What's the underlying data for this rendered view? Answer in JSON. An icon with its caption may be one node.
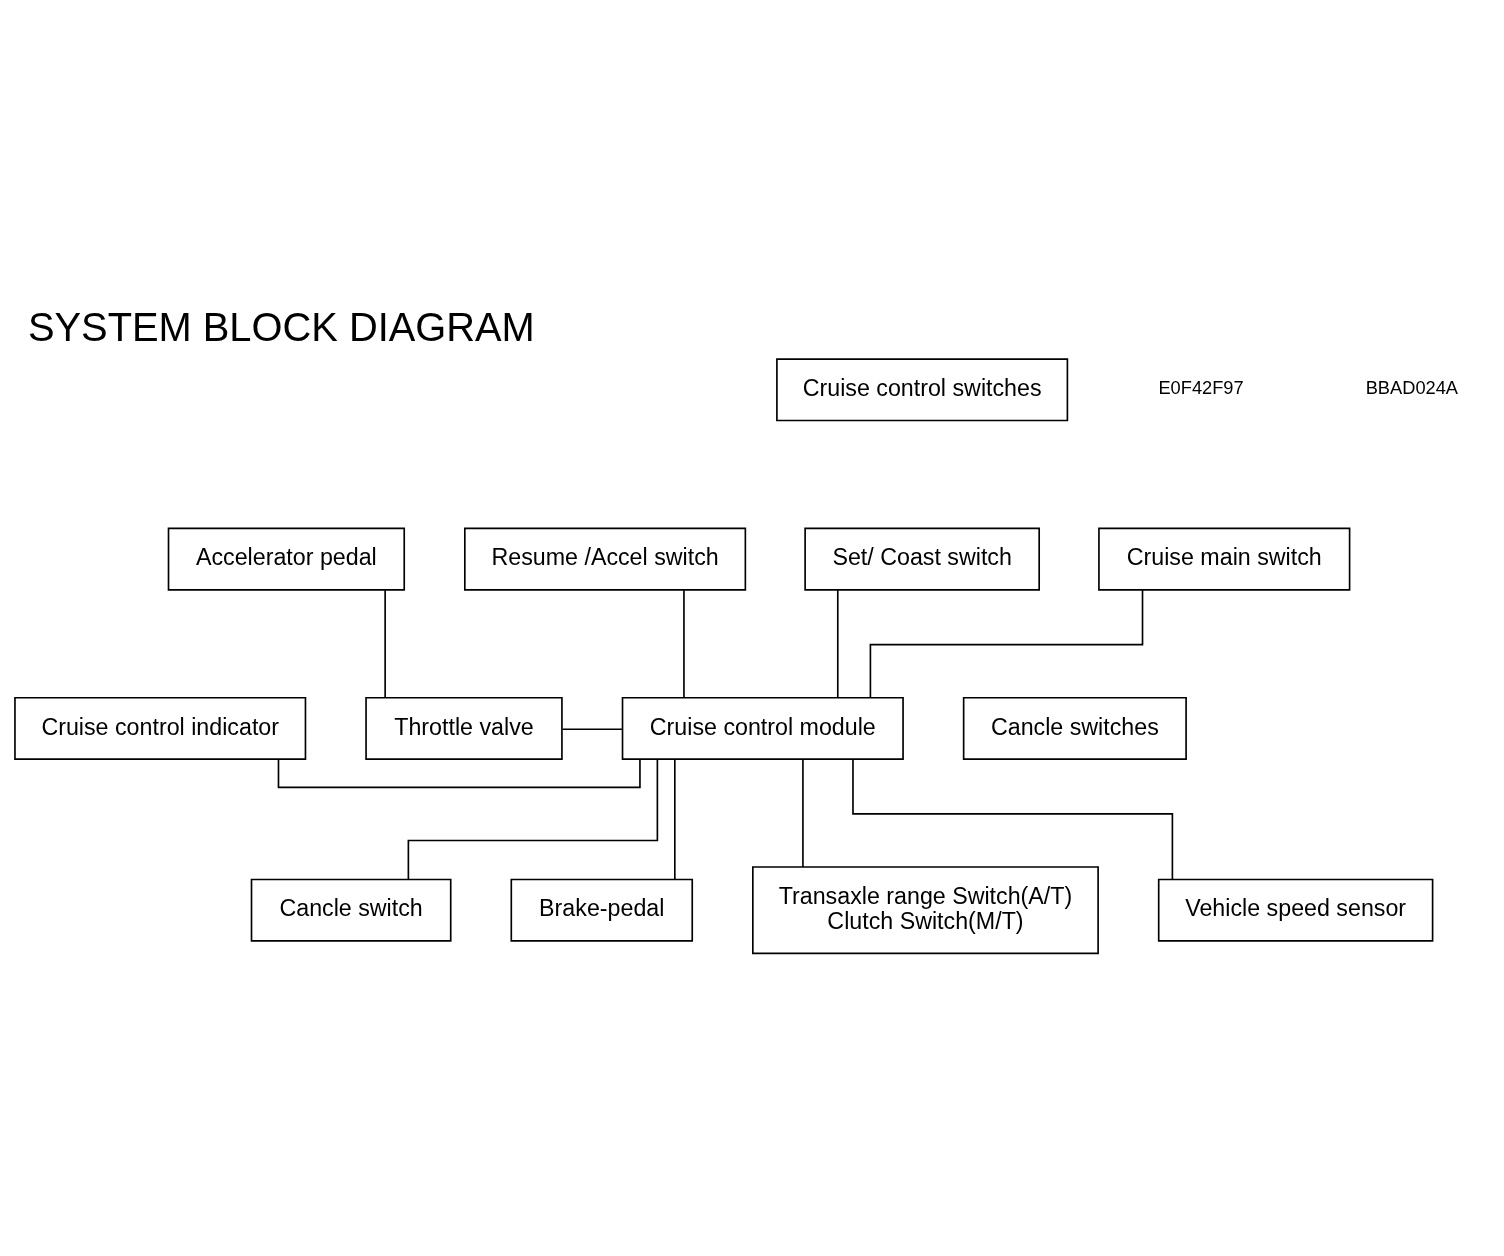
{
  "diagram": {
    "title": "SYSTEM BLOCK DIAGRAM",
    "nodes": [
      {
        "text": [
          "Cruise control switches"
        ]
      },
      {
        "text": [
          "Cruise main switch"
        ]
      },
      {
        "text": [
          "Resume /Accel switch"
        ]
      },
      {
        "text": [
          "Set/ Coast switch"
        ]
      },
      {
        "text": [
          "Accelerator pedal"
        ]
      },
      {
        "text": [
          "Throttle valve"
        ]
      },
      {
        "text": [
          "Cruise control module"
        ]
      },
      {
        "text": [
          "Cancle switch"
        ]
      },
      {
        "text": [
          "Brake-pedal"
        ]
      },
      {
        "text": [
          "Transaxle range Switch(A/T)",
          "Clutch Switch(M/T)"
        ]
      },
      {
        "text": [
          "Cruise control indicator"
        ]
      },
      {
        "text": [
          "Vehicle speed sensor"
        ]
      },
      {
        "text": [
          "Cancle switches"
        ]
      }
    ],
    "edges": [
      {
        "from": 1,
        "to": 6,
        "arrow": "none"
      },
      {
        "from": 2,
        "to": 6,
        "arrow": "none"
      },
      {
        "from": 3,
        "to": 6,
        "arrow": "none"
      },
      {
        "from": 4,
        "to": 5,
        "arrow": "none"
      },
      {
        "from": 5,
        "to": 6,
        "arrow": "none"
      },
      {
        "from": 10,
        "to": 6,
        "arrow": "none"
      },
      {
        "from": 6,
        "to": 7,
        "arrow": "none"
      },
      {
        "from": 6,
        "to": 8,
        "arrow": "none"
      },
      {
        "from": 6,
        "to": 9,
        "arrow": "none"
      },
      {
        "from": 6,
        "to": 11,
        "arrow": "none"
      }
    ],
    "labels": [
      "E0F42F97",
      "BBAD024A"
    ]
  }
}
